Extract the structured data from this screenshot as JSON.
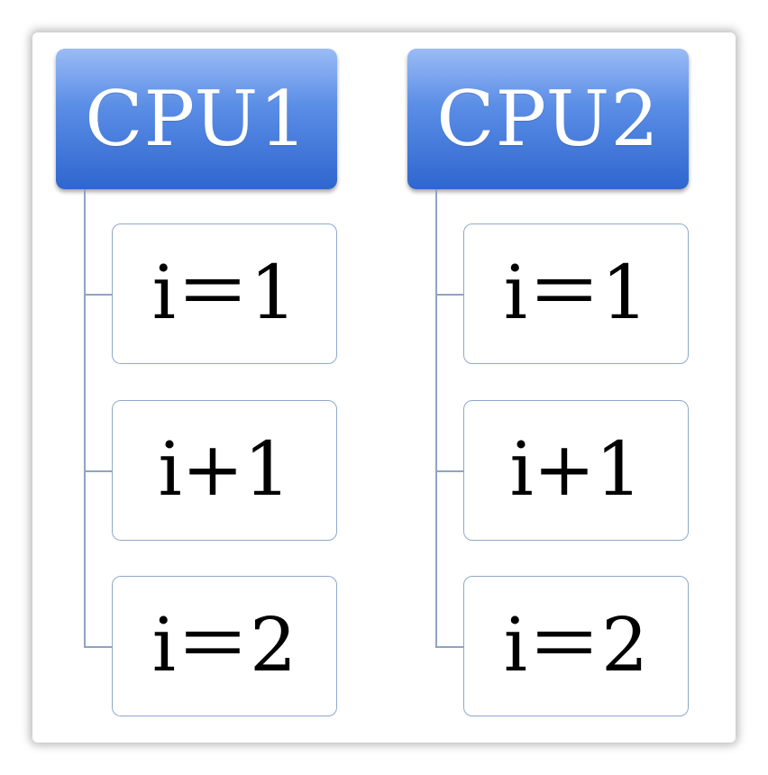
{
  "diagram": {
    "columns": [
      {
        "header": "CPU1",
        "steps": [
          "i＝1",
          "i+1",
          "i＝2"
        ]
      },
      {
        "header": "CPU2",
        "steps": [
          "i＝1",
          "i+1",
          "i＝2"
        ]
      }
    ]
  },
  "colors": {
    "header_top": "#9bbcf6",
    "header_bottom": "#2f66cf",
    "box_border": "#8fa8cc",
    "connector": "#8fa4c2"
  }
}
